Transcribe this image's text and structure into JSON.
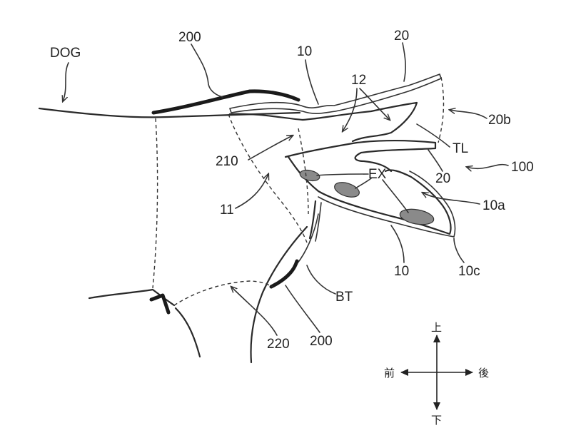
{
  "labels": {
    "dog": "DOG",
    "ref_200_top": "200",
    "ref_10_top": "10",
    "ref_20_top": "20",
    "ref_12": "12",
    "ref_20b": "20b",
    "ref_TL": "TL",
    "ref_210": "210",
    "ref_20_mid": "20",
    "ref_100": "100",
    "ref_EX": "EX",
    "ref_11": "11",
    "ref_10a": "10a",
    "ref_10_bottom": "10",
    "ref_10c": "10c",
    "ref_BT": "BT",
    "ref_220": "220",
    "ref_200_bottom": "200"
  },
  "directions": {
    "up": "上",
    "down": "下",
    "front": "前",
    "back": "後"
  }
}
